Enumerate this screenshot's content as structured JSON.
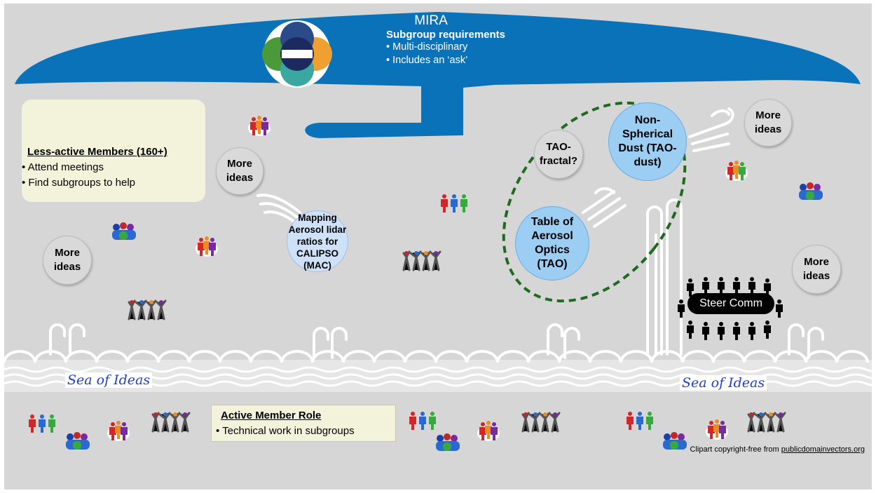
{
  "mira": {
    "title": "MIRA",
    "subtitle": "Subgroup requirements",
    "bullets": [
      "• Multi-disciplinary",
      "• Includes an ‘ask’"
    ],
    "logo_text": "MIRA"
  },
  "less_active": {
    "heading": "Less-active Members (160+)",
    "bullets": [
      "• Attend meetings",
      "• Find subgroups to help"
    ]
  },
  "active": {
    "heading": "Active Member Role",
    "bullets": [
      "• Technical work in subgroups"
    ]
  },
  "bubbles": {
    "more_ideas": "More ideas",
    "mac": "Mapping Aerosol lidar ratios for CALIPSO (MAC)",
    "tao_fractal": "TAO-fractal?",
    "tao_dust": "Non-Spherical Dust (TAO-dust)",
    "tao": "Table of Aerosol Optics (TAO)"
  },
  "steer_comm": "Steer Comm",
  "sea_label": "Sea of Ideas",
  "credit": {
    "text": "Clipart copyright-free from ",
    "link": "publicdomainvectors.org"
  },
  "icons": [
    "mira-logo-icon",
    "people-group-icon",
    "dancing-people-icon",
    "family-icon",
    "meeting-table-icon",
    "wind-gust-icon",
    "wave-icon"
  ],
  "colors": {
    "background": "#d6d6d6",
    "cloud": "#0a72b8",
    "panel": "#f3f3dc",
    "tao_bubble": "#9ccdf2",
    "mac_bubble": "#cfe1f7",
    "dashed_ellipse": "#1e6a1e",
    "sea_text": "#1c3fd0"
  }
}
